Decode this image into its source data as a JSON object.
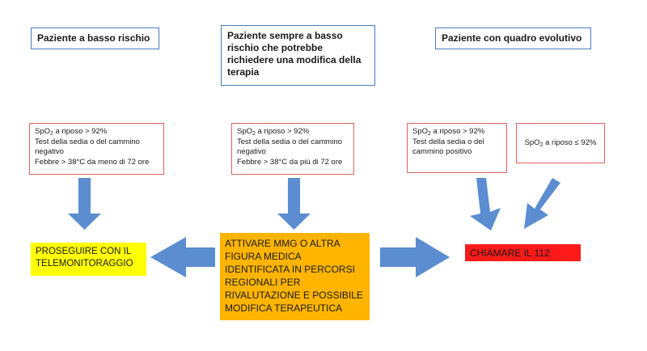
{
  "headers": {
    "low": "Paziente a basso rischio",
    "low_change": "Paziente sempre a basso rischio che potrebbe richiedere una modifica della terapia",
    "evolving": "Paziente con quadro evolutivo"
  },
  "criteria": {
    "low": {
      "spo2_prefix": "SpO",
      "spo2_sub": "2",
      "spo2_suffix": " a riposo > 92%",
      "line2": "Test della sedia o del cammino negativo",
      "line3": "Febbre > 38°C da meno di 72 ore"
    },
    "low_change": {
      "spo2_prefix": "SpO",
      "spo2_sub": "2",
      "spo2_suffix": " a riposo > 92%",
      "line2": "Test della sedia o del cammino negativo",
      "line3": "Febbre > 38°C da più di 72 ore"
    },
    "evolving_a": {
      "spo2_prefix": "SpO",
      "spo2_sub": "2",
      "spo2_suffix": " a riposo > 92%",
      "line2": "Test della sedia o del cammino positivo"
    },
    "evolving_b": {
      "spo2_prefix": "SpO",
      "spo2_sub": "2",
      "spo2_suffix": " a riposo ≤ 92%"
    }
  },
  "actions": {
    "continue": "PROSEGUIRE CON IL TELEMONITORAGGIO",
    "activate": "ATTIVARE MMG O ALTRA FIGURA MEDICA IDENTIFICATA IN PERCORSI REGIONALI PER RIVALUTAZIONE E POSSIBILE MODIFICA TERAPEUTICA",
    "call": "CHIAMARE IL 112"
  },
  "colors": {
    "arrow": "#5b8dd0",
    "continue_bg": "#ffff00",
    "activate_bg": "#ffb400",
    "call_bg": "#ff1a1a",
    "header_border": "#4a7bbf",
    "criteria_border": "#e06060"
  }
}
